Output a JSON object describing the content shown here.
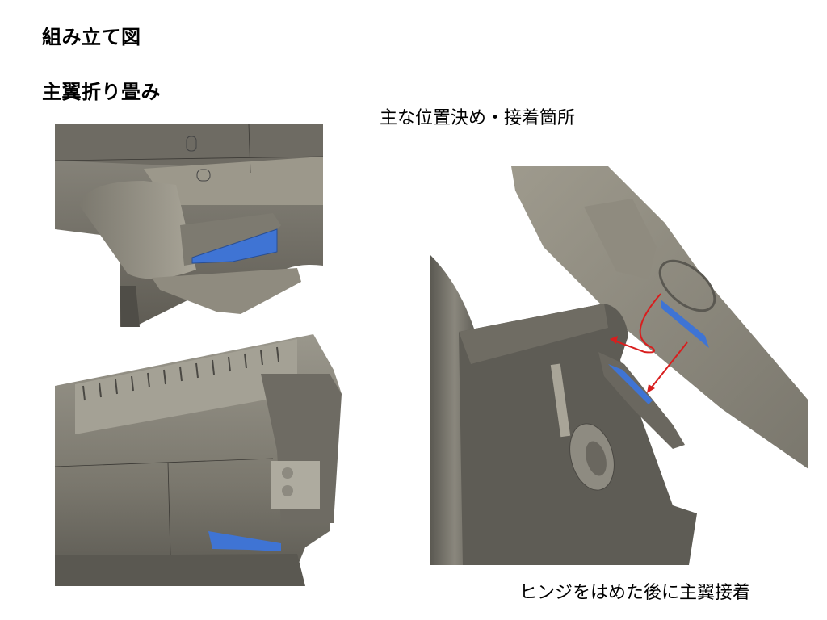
{
  "slide": {
    "title": "組み立て図",
    "section": "主翼折り畳み",
    "caption_top": "主な位置決め・接着箇所",
    "caption_bottom": "ヒンジをはめた後に主翼接着"
  },
  "figures": [
    {
      "id": "fig-wing-root-underside",
      "description": "Main wing fold hinge underside view with blue glue area"
    },
    {
      "id": "fig-wing-panel-inner",
      "description": "Inner wing panel with hinge bracket and blue glue area"
    },
    {
      "id": "fig-hinge-assembly",
      "description": "Wing fold assembly with landing gear, red arrows indicating glue/positioning points"
    }
  ],
  "colors": {
    "model_gray": "#6f6c63",
    "model_light": "#a6a296",
    "glue_blue": "#3f74d4",
    "arrow_red": "#d81e1e"
  }
}
